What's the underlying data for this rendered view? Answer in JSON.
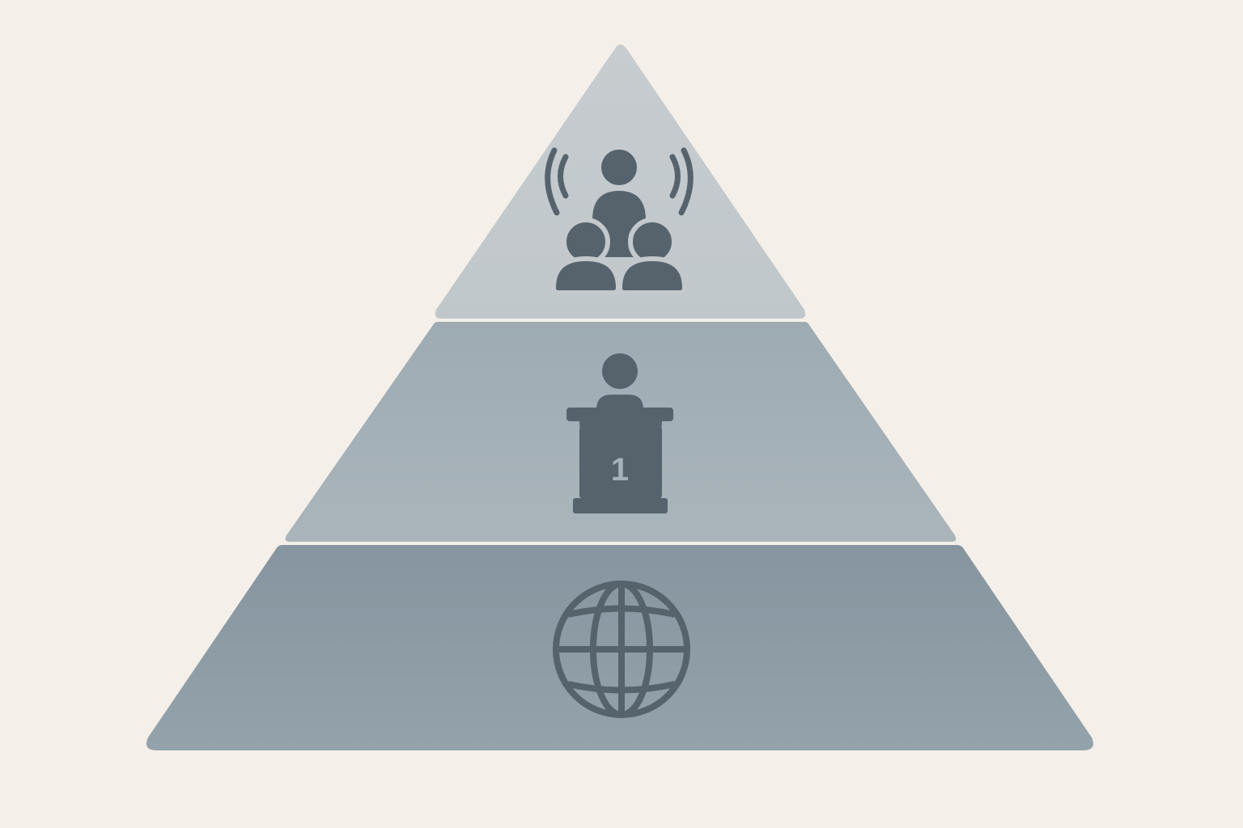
{
  "colors": {
    "background": "#f4efe8",
    "tier_top": "#c3c9cc",
    "tier_middle": "#a6b2b9",
    "tier_bottom": "#8c9ba5",
    "icon": "#56636d"
  },
  "pyramid": {
    "tiers": [
      {
        "position": "top",
        "icon": "broadcasting-audience-icon"
      },
      {
        "position": "middle",
        "icon": "podium-speaker-icon",
        "badge_text": "1"
      },
      {
        "position": "bottom",
        "icon": "globe-icon"
      }
    ]
  }
}
